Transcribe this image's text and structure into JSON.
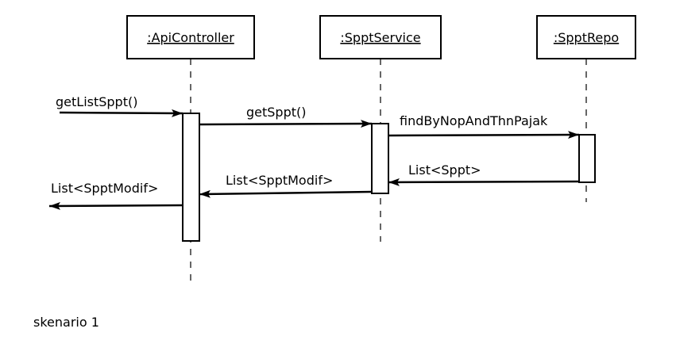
{
  "participants": {
    "api": ":ApiController",
    "service": ":SpptService",
    "repo": ":SpptRepo"
  },
  "messages": {
    "m1": "getListSppt()",
    "m2": "getSppt()",
    "m3": "findByNopAndThnPajak",
    "r1": "List<Sppt>",
    "r2": "List<SpptModif>",
    "r3": "List<SpptModif>"
  },
  "caption": "skenario 1"
}
